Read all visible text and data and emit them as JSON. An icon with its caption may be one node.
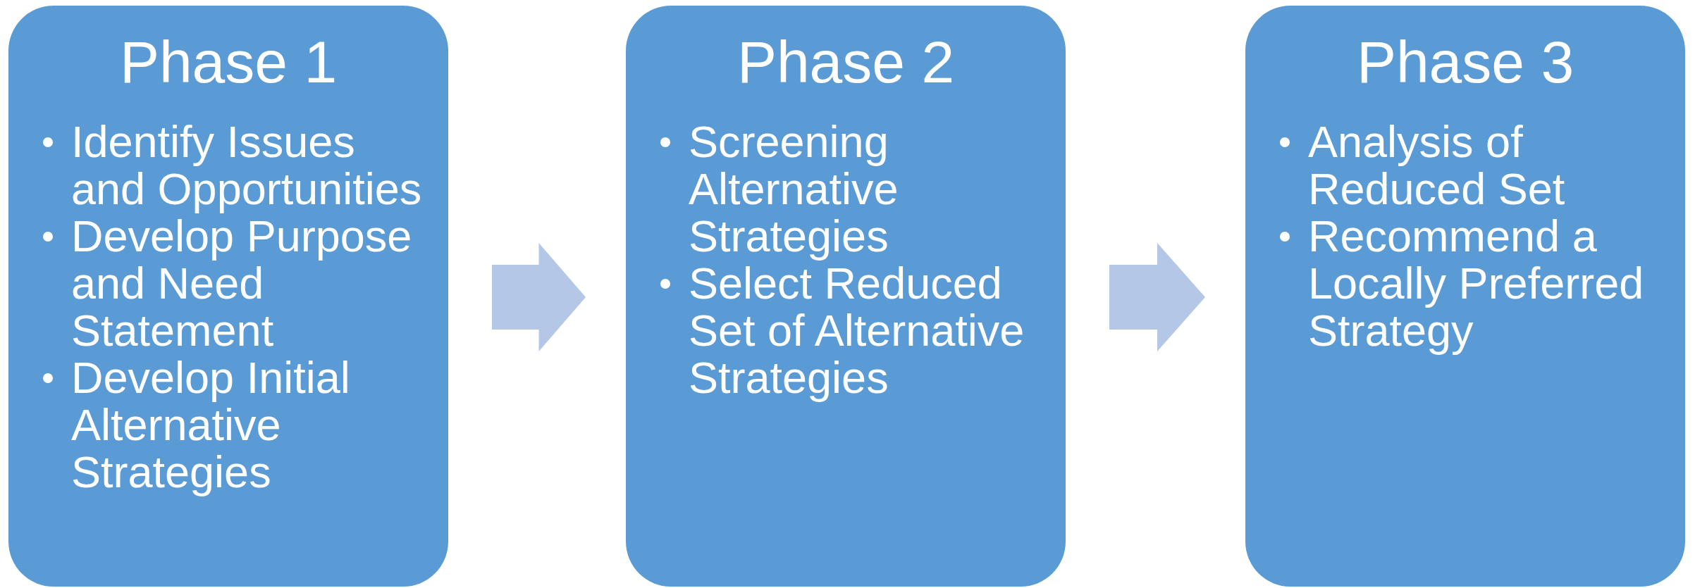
{
  "diagram": {
    "nodes": [
      {
        "text": [
          "Phase 1",
          "Identify Issues and Opportunities",
          "Develop Purpose and Need Statement",
          "Develop Initial Alternative Strategies"
        ]
      },
      {
        "text": [
          "Phase 2",
          "Screening Alternative Strategies",
          "Select Reduced Set of Alternative Strategies"
        ]
      },
      {
        "text": [
          "Phase 3",
          "Analysis of Reduced Set",
          "Recommend a Locally Preferred Strategy"
        ]
      }
    ],
    "edges": [
      {
        "from": 0,
        "to": 1,
        "arrow": "to"
      },
      {
        "from": 1,
        "to": 2,
        "arrow": "to"
      }
    ]
  }
}
